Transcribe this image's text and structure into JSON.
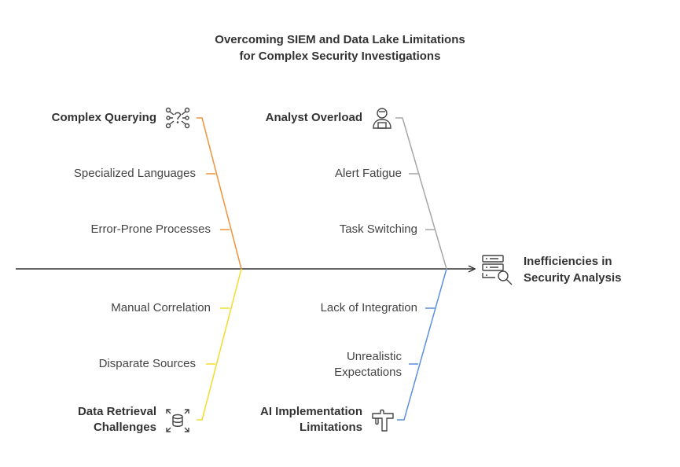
{
  "title": {
    "line1": "Overcoming SIEM and Data Lake Limitations",
    "line2": "for Complex Security Investigations"
  },
  "effect": {
    "line1": "Inefficiencies in",
    "line2": "Security Analysis",
    "icon": "server-search-icon"
  },
  "categories": {
    "complex_querying": {
      "label": "Complex Querying",
      "icon": "network-question-icon",
      "color": "#f0933a",
      "causes": [
        "Specialized Languages",
        "Error-Prone Processes"
      ]
    },
    "analyst_overload": {
      "label": "Analyst Overload",
      "icon": "analyst-icon",
      "color": "#a6a6a6",
      "causes": [
        "Alert Fatigue",
        "Task Switching"
      ]
    },
    "data_retrieval": {
      "line1": "Data Retrieval",
      "line2": "Challenges",
      "icon": "database-expand-icon",
      "color": "#f2dc2e",
      "causes": [
        "Manual Correlation",
        "Disparate Sources"
      ]
    },
    "ai_implementation": {
      "line1": "AI Implementation",
      "line2": "Limitations",
      "icon": "puzzle-hand-icon",
      "color": "#5b8fe0",
      "causes": [
        "Lack of Integration",
        "Unrealistic",
        "Expectations"
      ]
    }
  }
}
